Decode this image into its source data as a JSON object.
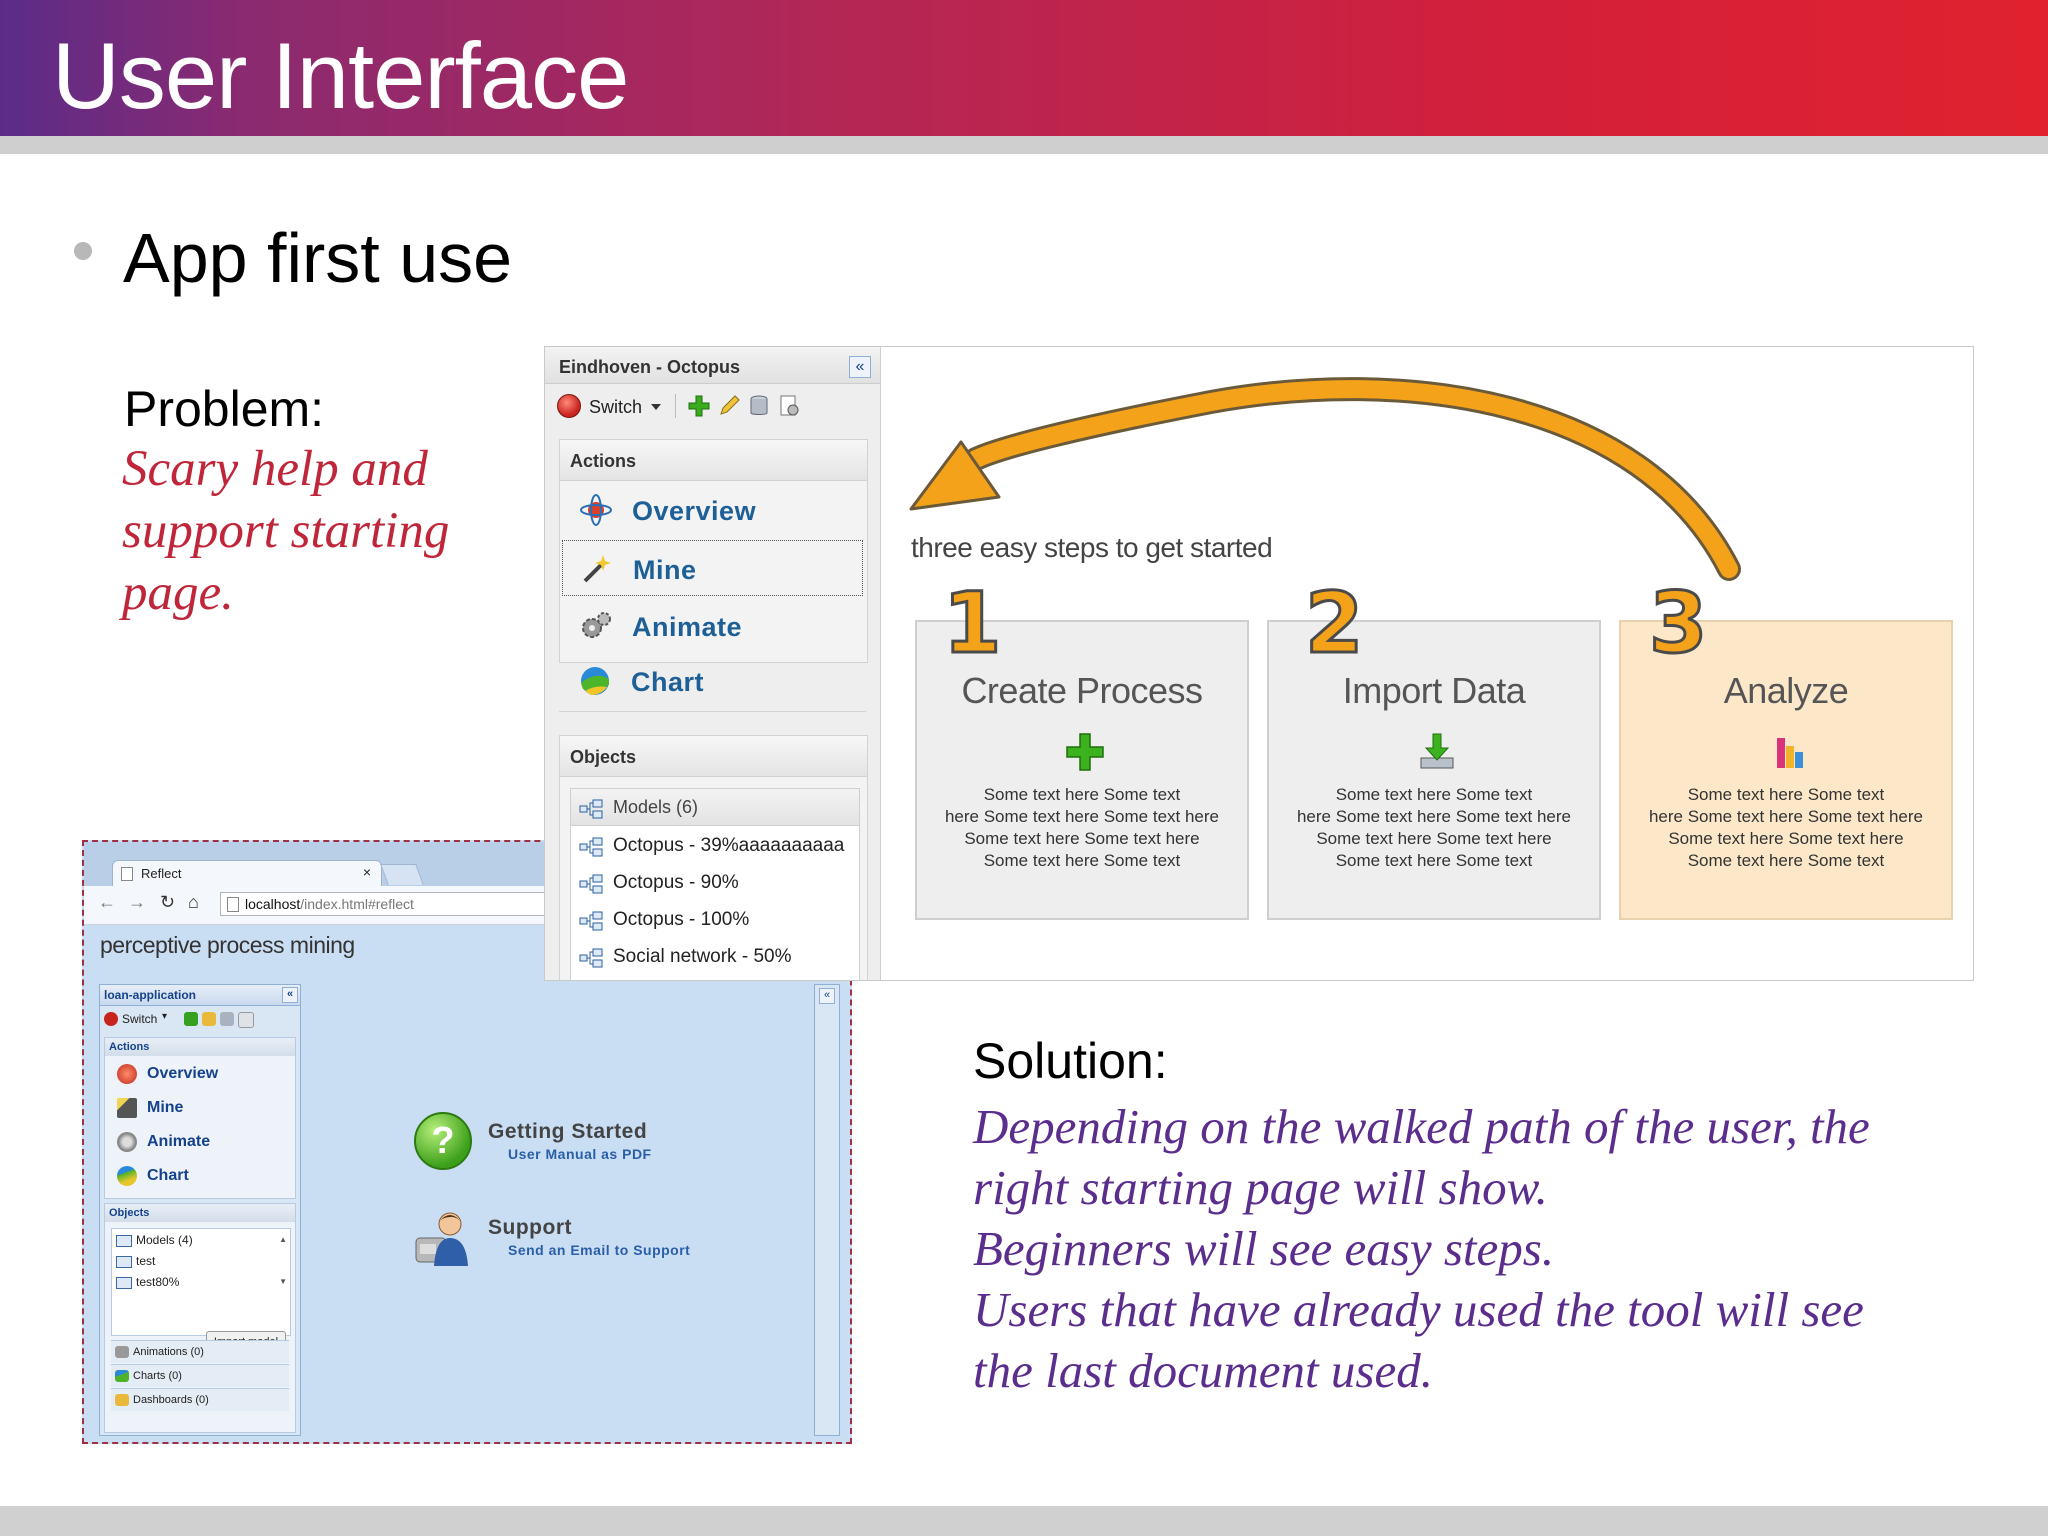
{
  "slide": {
    "title": "User Interface",
    "bullet": "App first use",
    "problem_label": "Problem:",
    "problem_text": "Scary help and support starting page.",
    "solution_label": "Solution:",
    "solution_lines": [
      "Depending on the walked path of the user, the",
      "right starting page will show.",
      "Beginners will see easy steps.",
      "Users that have already used the tool will see",
      "the last document used."
    ],
    "colors": {
      "header_start": "#5a2c88",
      "header_end": "#e0222e",
      "problem_text": "#c0263a",
      "solution_text": "#5b2d8c"
    }
  },
  "browser": {
    "tab_title": "Reflect",
    "tab_close": "×",
    "url_host": "localhost",
    "url_path": "/index.html#reflect",
    "app_title": "perceptive process mining",
    "panel_title": "loan-application",
    "switch_label": "Switch",
    "actions_header": "Actions",
    "actions": [
      {
        "label": "Overview",
        "icon": "atom-icon"
      },
      {
        "label": "Mine",
        "icon": "magic-wand-icon"
      },
      {
        "label": "Animate",
        "icon": "gears-icon"
      },
      {
        "label": "Chart",
        "icon": "globe-chart-icon"
      }
    ],
    "objects_header": "Objects",
    "models_header": "Models (4)",
    "models": [
      "test",
      "test80%"
    ],
    "import_button": "Import model",
    "accordions": [
      "Animations (0)",
      "Charts (0)",
      "Dashboards (0)"
    ],
    "help": {
      "getting_started_title": "Getting Started",
      "getting_started_sub": "User Manual as PDF",
      "support_title": "Support",
      "support_sub": "Send an Email to Support"
    }
  },
  "app": {
    "project_title": "Eindhoven - Octopus",
    "switch_label": "Switch",
    "actions_header": "Actions",
    "actions": [
      {
        "label": "Overview",
        "icon": "atom-icon",
        "selected": false
      },
      {
        "label": "Mine",
        "icon": "magic-wand-icon",
        "selected": true
      },
      {
        "label": "Animate",
        "icon": "gears-icon",
        "selected": false
      },
      {
        "label": "Chart",
        "icon": "globe-chart-icon",
        "selected": false
      }
    ],
    "objects_header": "Objects",
    "models_header": "Models (6)",
    "models": [
      "Octopus - 39%aaaaaaaaaa",
      "Octopus - 90%",
      "Octopus - 100%",
      "Social network - 50%"
    ],
    "steps_heading": "three easy steps to get started",
    "steps": [
      {
        "number": "1",
        "title": "Create Process",
        "icon": "plus-icon",
        "lines": [
          "Some text here Some text",
          "here Some text here Some text here",
          "Some text here Some text here",
          "Some text here Some text"
        ]
      },
      {
        "number": "2",
        "title": "Import Data",
        "icon": "import-icon",
        "lines": [
          "Some text here Some text",
          "here Some text here Some text here",
          "Some text here Some text here",
          "Some text here Some text"
        ]
      },
      {
        "number": "3",
        "title": "Analyze",
        "icon": "bar-chart-icon",
        "lines": [
          "Some text here Some text",
          "here Some text here Some text here",
          "Some text here Some text here",
          "Some text here Some text"
        ]
      }
    ],
    "colors": {
      "accent": "#f5a21b",
      "link": "#1d5f96",
      "highlight_card": "#fce8c9"
    }
  }
}
